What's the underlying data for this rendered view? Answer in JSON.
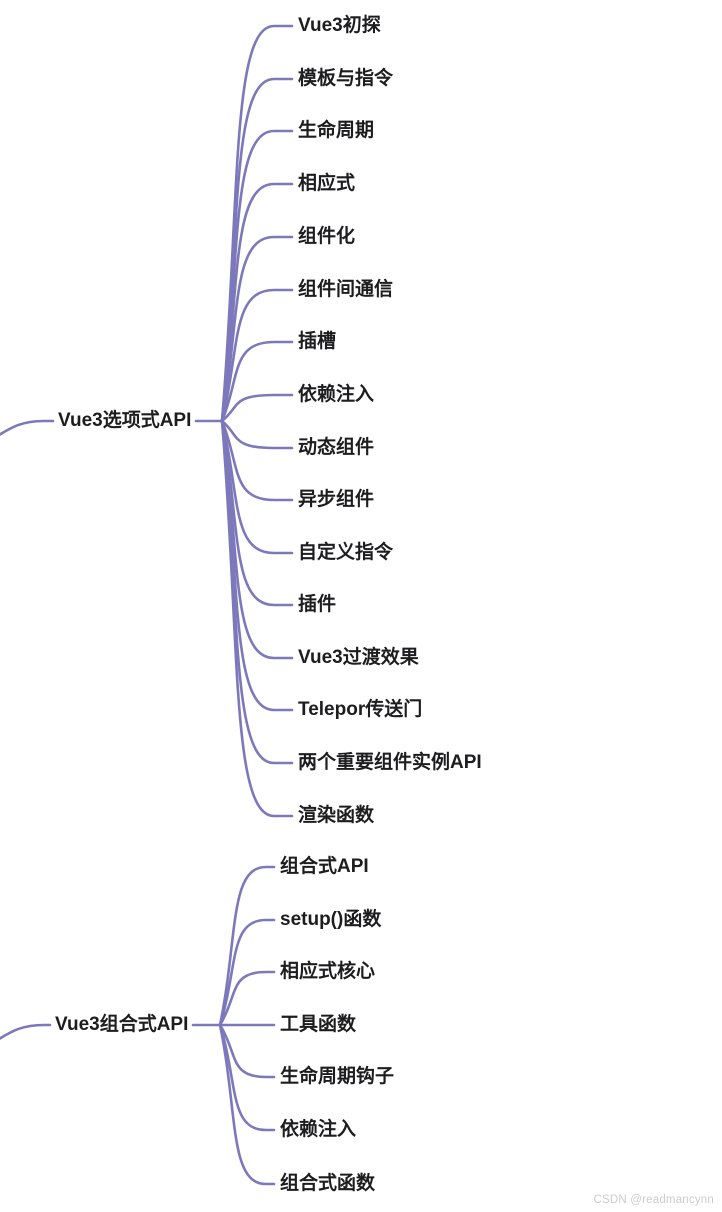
{
  "mindmap": {
    "branches": [
      {
        "label": "Vue3选项式API",
        "children": [
          "Vue3初探",
          "模板与指令",
          "生命周期",
          "相应式",
          "组件化",
          "组件间通信",
          "插槽",
          "依赖注入",
          "动态组件",
          "异步组件",
          "自定义指令",
          "插件",
          "Vue3过渡效果",
          "Telepor传送门",
          "两个重要组件实例API",
          "渲染函数"
        ]
      },
      {
        "label": "Vue3组合式API",
        "children": [
          "组合式API",
          "setup()函数",
          "相应式核心",
          "工具函数",
          "生命周期钩子",
          "依赖注入",
          "组合式函数"
        ]
      }
    ],
    "colors": {
      "line": "#7d78bb",
      "text": "#1d1d1f",
      "watermark": "#cccccc"
    }
  },
  "watermark": "CSDN @readmancynn"
}
